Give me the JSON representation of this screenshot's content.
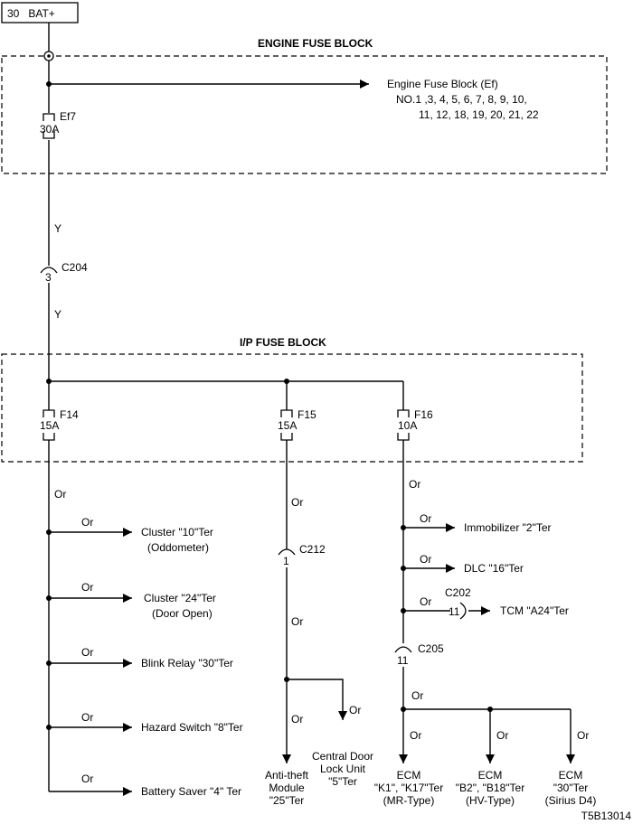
{
  "source": {
    "label": "30   BAT+"
  },
  "engine_block": {
    "title": "ENGINE FUSE BLOCK",
    "arrow_label_1": "Engine Fuse Block (Ef)",
    "arrow_label_2": "NO.1 ,3, 4, 5, 6, 7, 8, 9, 10,",
    "arrow_label_3": "11, 12, 18, 19, 20, 21, 22",
    "fuse": {
      "name": "Ef7",
      "rating": "30A"
    }
  },
  "wire_upper": {
    "color_1": "Y",
    "color_2": "Y"
  },
  "connector_c204": {
    "name": "C204",
    "pin": "3"
  },
  "ip_block": {
    "title": "I/P FUSE BLOCK",
    "fuses": [
      {
        "name": "F14",
        "rating": "15A"
      },
      {
        "name": "F15",
        "rating": "15A"
      },
      {
        "name": "F16",
        "rating": "10A"
      }
    ]
  },
  "f14_branch": {
    "wire_color": "Or",
    "outputs": [
      {
        "wire": "Or",
        "line1": "Cluster \"10\"Ter",
        "line2": "(Oddometer)"
      },
      {
        "wire": "Or",
        "line1": "Cluster \"24\"Ter",
        "line2": "(Door Open)"
      },
      {
        "wire": "Or",
        "line1": "Blink Relay \"30\"Ter",
        "line2": ""
      },
      {
        "wire": "Or",
        "line1": "Hazard Switch \"8\"Ter",
        "line2": ""
      },
      {
        "wire": "Or",
        "line1": "Battery Saver \"4\" Ter",
        "line2": ""
      }
    ]
  },
  "f15_branch": {
    "wire_1": "Or",
    "connector": {
      "name": "C212",
      "pin": "1"
    },
    "wire_2": "Or",
    "wire_3": "Or",
    "wire_4": "Or",
    "load_1": {
      "line1": "Anti-theft",
      "line2": "Module",
      "line3": "\"25\"Ter"
    },
    "load_2": {
      "line1": "Central Door",
      "line2": "Lock Unit",
      "line3": "\"5\"Ter"
    }
  },
  "f16_branch": {
    "wire_1": "Or",
    "outputs": [
      {
        "wire": "Or",
        "label": "Immobilizer \"2\"Ter"
      },
      {
        "wire": "Or",
        "label": "DLC \"16\"Ter"
      }
    ],
    "c202": {
      "wire": "Or",
      "name": "C202",
      "pin": "11",
      "label": "TCM \"A24\"Ter"
    },
    "c205": {
      "name": "C205",
      "pin": "11"
    },
    "wire_2": "Or",
    "ecm_loads": [
      {
        "wire": "Or",
        "line1": "ECM",
        "line2": "\"K1\", \"K17\"Ter",
        "line3": "(MR-Type)"
      },
      {
        "wire": "Or",
        "line1": "ECM",
        "line2": "\"B2\", \"B18\"Ter",
        "line3": "(HV-Type)"
      },
      {
        "wire": "Or",
        "line1": "ECM",
        "line2": "\"30\"Ter",
        "line3": "(Sirius D4)"
      }
    ]
  },
  "figure_id": "T5B13014"
}
